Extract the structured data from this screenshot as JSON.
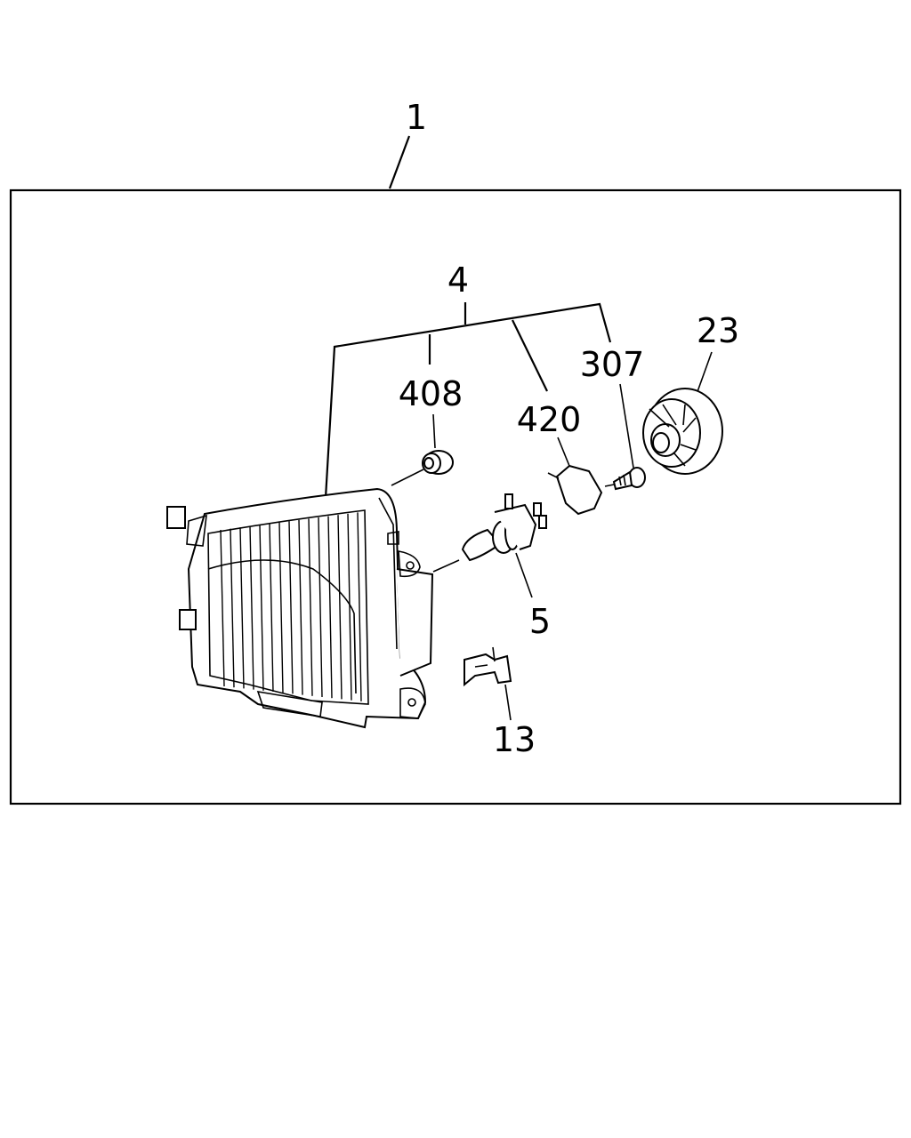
{
  "callouts": {
    "assembly": "1",
    "subassembly": "4",
    "grommet": "408",
    "seal_cap": "420",
    "screw": "307",
    "dust_cover": "23",
    "bulb": "5",
    "clip": "13"
  },
  "colors": {
    "line": "#000000",
    "background": "#ffffff"
  }
}
